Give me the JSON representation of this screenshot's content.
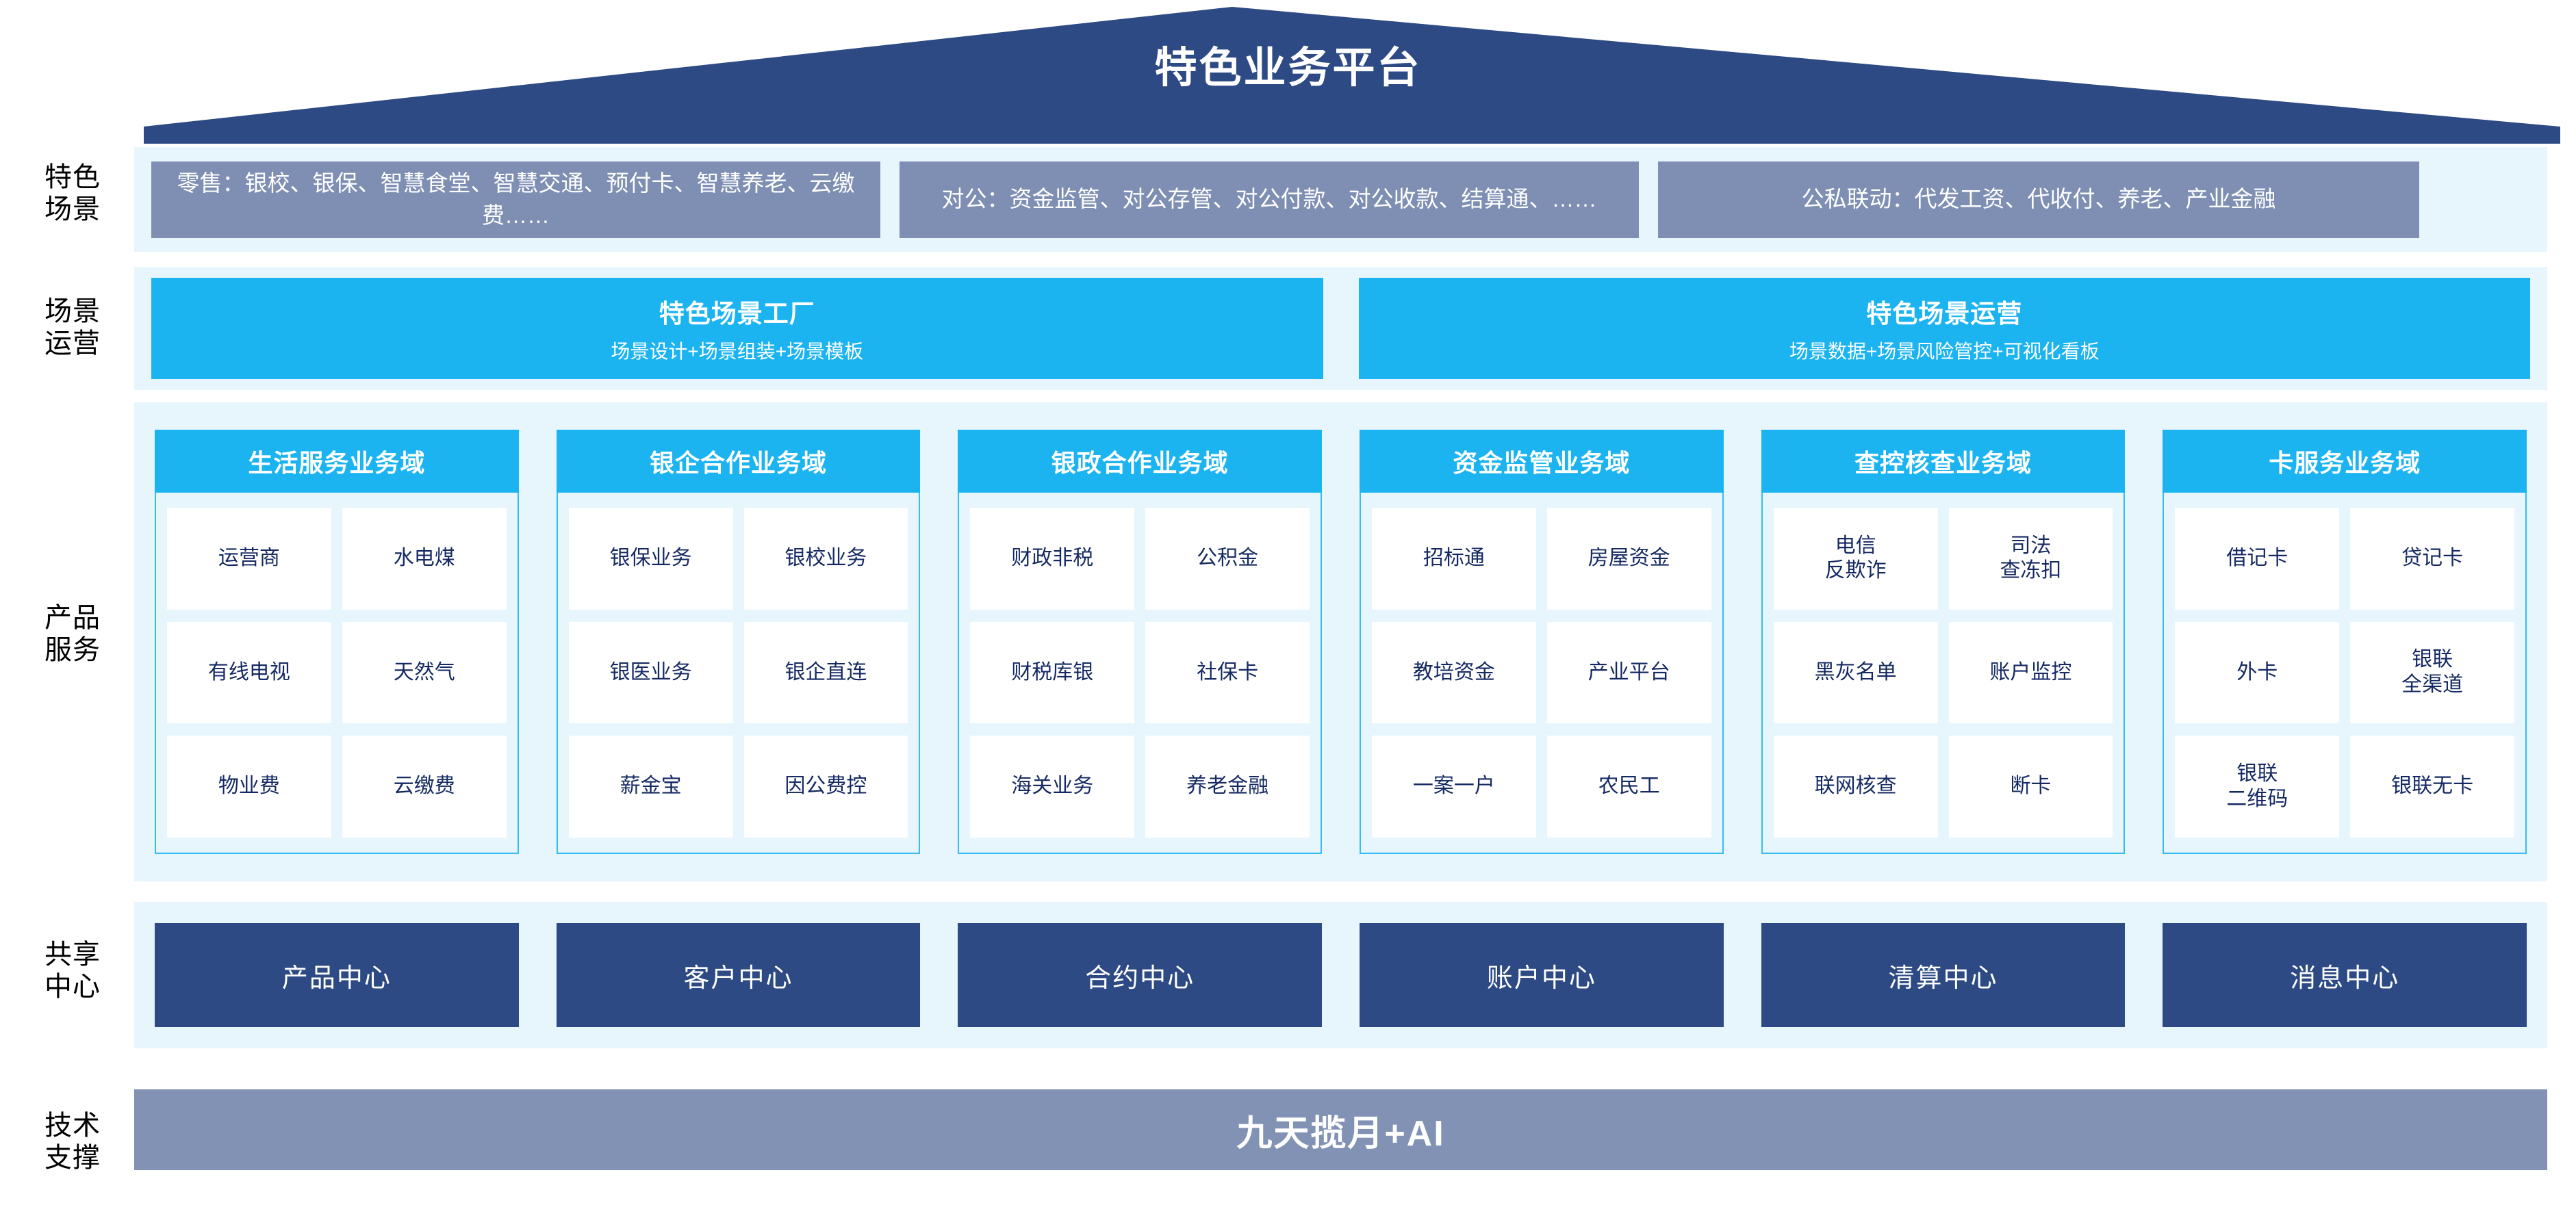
{
  "title": "特色业务平台",
  "colors": {
    "roof": "#2d4a84",
    "band_bg": "#e7f5fd",
    "scenario_box": "#7e8fb3",
    "cyan": "#1cb4f0",
    "shared_box": "#2d4a84",
    "tech_bar": "#8292b5",
    "cell_text": "#152a63"
  },
  "row_labels": {
    "scenario": "特色\n场景",
    "operations": "场景\n运营",
    "products": "产品\n服务",
    "shared": "共享\n中心",
    "tech": "技术\n支撑"
  },
  "scenario_row": {
    "boxes": [
      {
        "text": "零售：银校、银保、智慧食堂、智慧交通、预付卡、智慧养老、云缴费……"
      },
      {
        "text": "对公：资金监管、对公存管、对公付款、对公收款、结算通、……"
      },
      {
        "text": "公私联动：代发工资、代收付、养老、产业金融"
      }
    ]
  },
  "operations_row": {
    "boxes": [
      {
        "title": "特色场景工厂",
        "subtitle": "场景设计+场景组装+场景模板"
      },
      {
        "title": "特色场景运营",
        "subtitle": "场景数据+场景风险管控+可视化看板"
      }
    ]
  },
  "products_row": {
    "columns": [
      {
        "header": "生活服务业务域",
        "cells": [
          "运营商",
          "水电煤",
          "有线电视",
          "天然气",
          "物业费",
          "云缴费"
        ]
      },
      {
        "header": "银企合作业务域",
        "cells": [
          "银保业务",
          "银校业务",
          "银医业务",
          "银企直连",
          "薪金宝",
          "因公费控"
        ]
      },
      {
        "header": "银政合作业务域",
        "cells": [
          "财政非税",
          "公积金",
          "财税库银",
          "社保卡",
          "海关业务",
          "养老金融"
        ]
      },
      {
        "header": "资金监管业务域",
        "cells": [
          "招标通",
          "房屋资金",
          "教培资金",
          "产业平台",
          "一案一户",
          "农民工"
        ]
      },
      {
        "header": "查控核查业务域",
        "cells": [
          "电信\n反欺诈",
          "司法\n查冻扣",
          "黑灰名单",
          "账户监控",
          "联网核查",
          "断卡"
        ]
      },
      {
        "header": "卡服务业务域",
        "cells": [
          "借记卡",
          "贷记卡",
          "外卡",
          "银联\n全渠道",
          "银联\n二维码",
          "银联无卡"
        ]
      }
    ]
  },
  "shared_row": {
    "boxes": [
      "产品中心",
      "客户中心",
      "合约中心",
      "账户中心",
      "清算中心",
      "消息中心"
    ]
  },
  "tech_row": {
    "label": "九天揽月+AI"
  }
}
